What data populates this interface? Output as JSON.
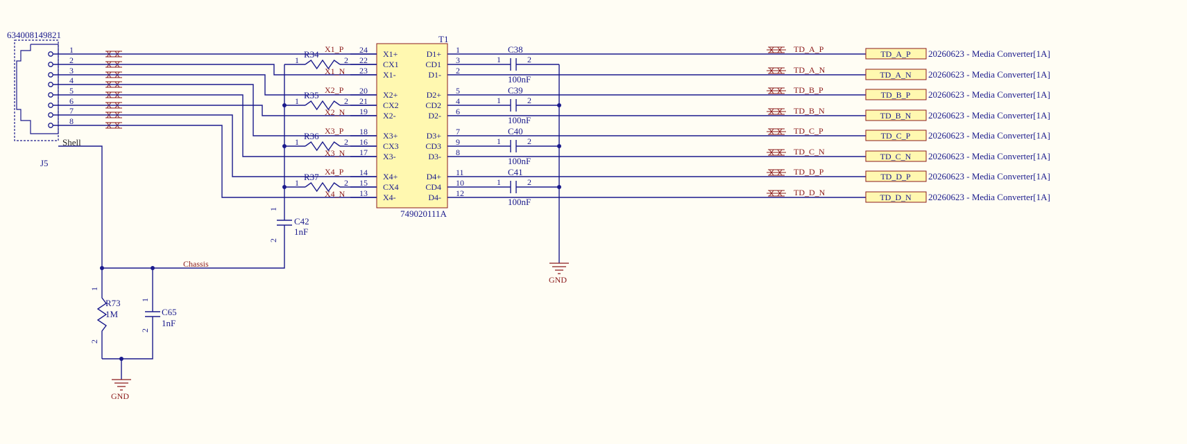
{
  "connector": {
    "ref": "J5",
    "part": "634008149821",
    "pins": [
      "1",
      "2",
      "3",
      "4",
      "5",
      "6",
      "7",
      "8"
    ],
    "shell": "Shell"
  },
  "transformer": {
    "ref": "T1",
    "part": "749020111A",
    "left_pins": [
      {
        "name": "X1+",
        "num": "24"
      },
      {
        "name": "CX1",
        "num": "22"
      },
      {
        "name": "X1-",
        "num": "23"
      },
      {
        "name": "X2+",
        "num": "20"
      },
      {
        "name": "CX2",
        "num": "21"
      },
      {
        "name": "X2-",
        "num": "19"
      },
      {
        "name": "X3+",
        "num": "18"
      },
      {
        "name": "CX3",
        "num": "16"
      },
      {
        "name": "X3-",
        "num": "17"
      },
      {
        "name": "X4+",
        "num": "14"
      },
      {
        "name": "CX4",
        "num": "15"
      },
      {
        "name": "X4-",
        "num": "13"
      }
    ],
    "right_pins": [
      {
        "name": "D1+",
        "num": "1"
      },
      {
        "name": "CD1",
        "num": "3"
      },
      {
        "name": "D1-",
        "num": "2"
      },
      {
        "name": "D2+",
        "num": "5"
      },
      {
        "name": "CD2",
        "num": "4"
      },
      {
        "name": "D2-",
        "num": "6"
      },
      {
        "name": "D3+",
        "num": "7"
      },
      {
        "name": "CD3",
        "num": "9"
      },
      {
        "name": "D3-",
        "num": "8"
      },
      {
        "name": "D4+",
        "num": "11"
      },
      {
        "name": "CD4",
        "num": "10"
      },
      {
        "name": "D4-",
        "num": "12"
      }
    ]
  },
  "resistors": [
    {
      "ref": "R34",
      "p1": "1",
      "p2": "2"
    },
    {
      "ref": "R35",
      "p1": "1",
      "p2": "2"
    },
    {
      "ref": "R36",
      "p1": "1",
      "p2": "2"
    },
    {
      "ref": "R37",
      "p1": "1",
      "p2": "2"
    }
  ],
  "x_nets": [
    {
      "p": "X1_P",
      "n": "X1_N"
    },
    {
      "p": "X2_P",
      "n": "X2_N"
    },
    {
      "p": "X3_P",
      "n": "X3_N"
    },
    {
      "p": "X4_P",
      "n": "X4_N"
    }
  ],
  "caps_d": [
    {
      "ref": "C38",
      "value": "100nF",
      "p1": "1",
      "p2": "2"
    },
    {
      "ref": "C39",
      "value": "100nF",
      "p1": "1",
      "p2": "2"
    },
    {
      "ref": "C40",
      "value": "100nF",
      "p1": "1",
      "p2": "2"
    },
    {
      "ref": "C41",
      "value": "100nF",
      "p1": "1",
      "p2": "2"
    }
  ],
  "c42": {
    "ref": "C42",
    "value": "1nF",
    "p1": "1",
    "p2": "2"
  },
  "r73": {
    "ref": "R73",
    "value": "1M",
    "p1": "1",
    "p2": "2"
  },
  "c65": {
    "ref": "C65",
    "value": "1nF",
    "p1": "1",
    "p2": "2"
  },
  "chassis_net": "Chassis",
  "gnd_label": "GND",
  "ports": [
    {
      "net": "TD_A_P",
      "port": "TD_A_P",
      "sheet": "20260623 - Media Converter[1A]"
    },
    {
      "net": "TD_A_N",
      "port": "TD_A_N",
      "sheet": "20260623 - Media Converter[1A]"
    },
    {
      "net": "TD_B_P",
      "port": "TD_B_P",
      "sheet": "20260623 - Media Converter[1A]"
    },
    {
      "net": "TD_B_N",
      "port": "TD_B_N",
      "sheet": "20260623 - Media Converter[1A]"
    },
    {
      "net": "TD_C_P",
      "port": "TD_C_P",
      "sheet": "20260623 - Media Converter[1A]"
    },
    {
      "net": "TD_C_N",
      "port": "TD_C_N",
      "sheet": "20260623 - Media Converter[1A]"
    },
    {
      "net": "TD_D_P",
      "port": "TD_D_P",
      "sheet": "20260623 - Media Converter[1A]"
    },
    {
      "net": "TD_D_N",
      "port": "TD_D_N",
      "sheet": "20260623 - Media Converter[1A]"
    }
  ],
  "colors": {
    "wire": "#1a1a8c",
    "body": "#fff8b0",
    "body_stroke": "#8b1a1a",
    "net": "#8b1a1a",
    "background": "#fffdf4"
  }
}
